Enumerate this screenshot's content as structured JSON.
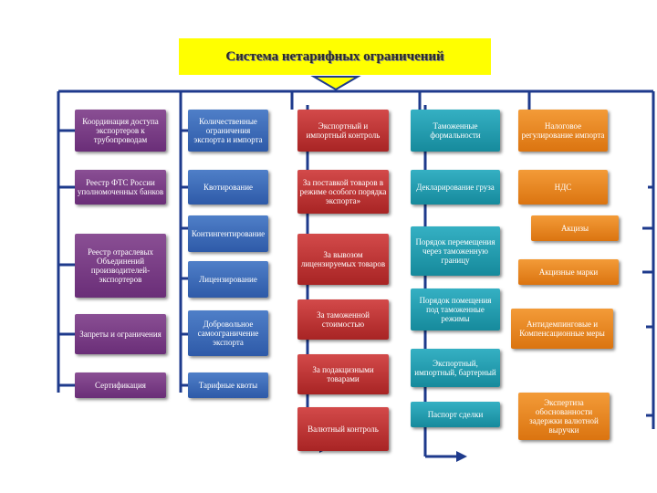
{
  "title": "Система нетарифных ограничений",
  "colors": {
    "purple": "#7a3e88",
    "blue": "#3d6bb8",
    "red": "#c03434",
    "teal": "#22a0b2",
    "orange": "#ea8722",
    "title_bg": "#ffff00",
    "lines": "#1e3a8c"
  },
  "columns": {
    "col1": [
      "Координация доступа экспортеров к трубопроводам",
      "Реестр ФТС России уполномоченных банков",
      "Реестр отраслевых Объединений производителей-экспортеров",
      "Запреты и ограничения",
      "Сертификация"
    ],
    "col2": [
      "Количественные ограничения экспорта и импорта",
      "Квотирование",
      "Контингентирование",
      "Лицензирование",
      "Добровольное самоограничение экспорта",
      "Тарифные квоты"
    ],
    "col3": [
      "Экспортный и импортный контроль",
      "За поставкой товаров в режиме особого порядка экспорта»",
      "За вывозом лицензируемых товаров",
      "За таможенной стоимостью",
      "За подакцизными товарами",
      "Валютный контроль"
    ],
    "col4": [
      "Таможенные формальности",
      "Декларирование груза",
      "Порядок перемещения через таможенную границу",
      "Порядок помещения под таможенные режимы",
      "Экспортный, импортный, бартерный",
      "Паспорт сделки"
    ],
    "col5": [
      "Налоговое регулирование импорта",
      "НДС",
      "Акцизы",
      "Акцизные марки",
      "Антидемпинговые и Компенсационные меры",
      "Экспертиза обоснованности задержки валютной выручки"
    ]
  }
}
